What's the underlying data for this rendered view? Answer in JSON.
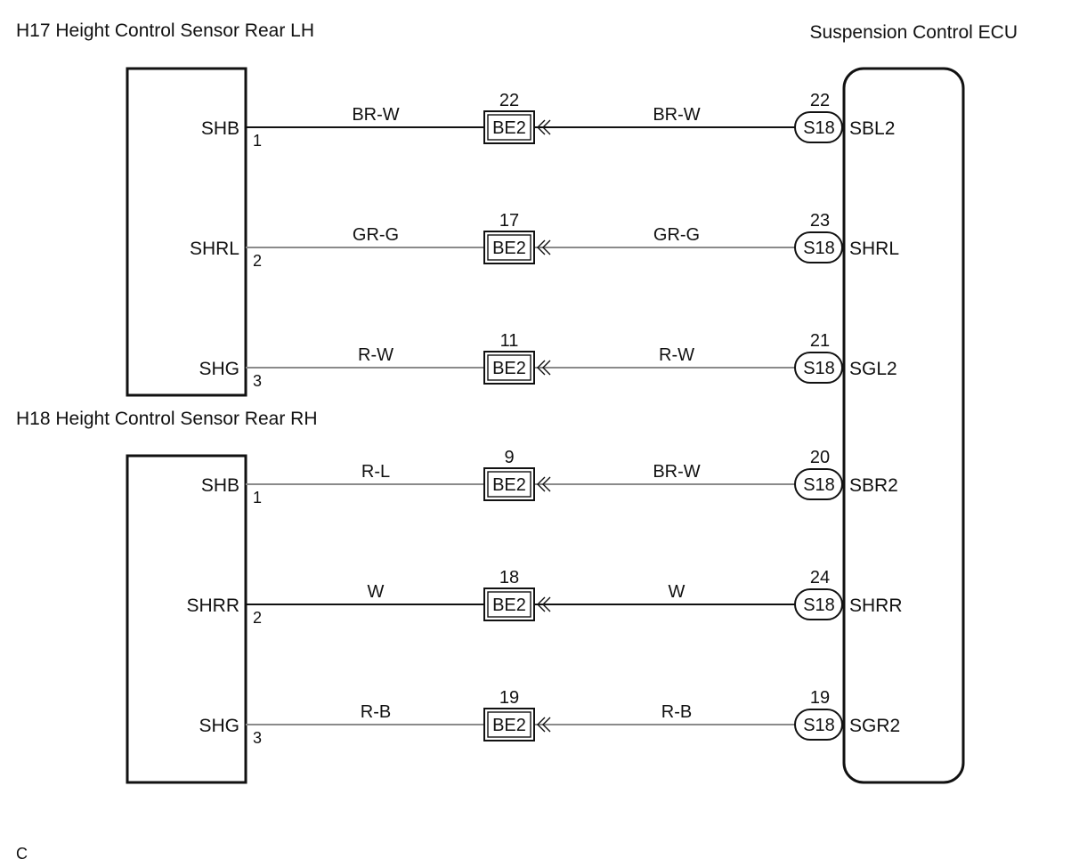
{
  "components": {
    "sensor_lh": {
      "title": "H17 Height Control Sensor Rear LH"
    },
    "sensor_rh": {
      "title": "H18 Height Control Sensor Rear RH"
    },
    "ecu": {
      "title": "Suspension Control ECU"
    }
  },
  "circuits": [
    {
      "sensor_pin_name": "SHB",
      "sensor_pin_no": "1",
      "wire_sensor": "BR-W",
      "junction": "BE2",
      "junction_pin": "22",
      "wire_ecu": "BR-W",
      "ecu_connector": "S18",
      "ecu_pin_no": "22",
      "ecu_pin_name": "SBL2",
      "color": "#111111"
    },
    {
      "sensor_pin_name": "SHRL",
      "sensor_pin_no": "2",
      "wire_sensor": "GR-G",
      "junction": "BE2",
      "junction_pin": "17",
      "wire_ecu": "GR-G",
      "ecu_connector": "S18",
      "ecu_pin_no": "23",
      "ecu_pin_name": "SHRL",
      "color": "#8a8a8a"
    },
    {
      "sensor_pin_name": "SHG",
      "sensor_pin_no": "3",
      "wire_sensor": "R-W",
      "junction": "BE2",
      "junction_pin": "11",
      "wire_ecu": "R-W",
      "ecu_connector": "S18",
      "ecu_pin_no": "21",
      "ecu_pin_name": "SGL2",
      "color": "#8a8a8a"
    },
    {
      "sensor_pin_name": "SHB",
      "sensor_pin_no": "1",
      "wire_sensor": "R-L",
      "junction": "BE2",
      "junction_pin": "9",
      "wire_ecu": "BR-W",
      "ecu_connector": "S18",
      "ecu_pin_no": "20",
      "ecu_pin_name": "SBR2",
      "color": "#8a8a8a"
    },
    {
      "sensor_pin_name": "SHRR",
      "sensor_pin_no": "2",
      "wire_sensor": "W",
      "junction": "BE2",
      "junction_pin": "18",
      "wire_ecu": "W",
      "ecu_connector": "S18",
      "ecu_pin_no": "24",
      "ecu_pin_name": "SHRR",
      "color": "#111111"
    },
    {
      "sensor_pin_name": "SHG",
      "sensor_pin_no": "3",
      "wire_sensor": "R-B",
      "junction": "BE2",
      "junction_pin": "19",
      "wire_ecu": "R-B",
      "ecu_connector": "S18",
      "ecu_pin_no": "19",
      "ecu_pin_name": "SGR2",
      "color": "#8a8a8a"
    }
  ],
  "footer": {
    "code": "C"
  }
}
